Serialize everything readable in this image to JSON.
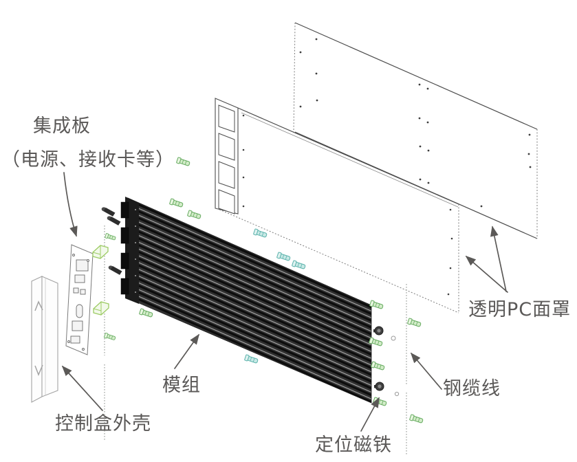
{
  "figure": {
    "type": "exploded-assembly-diagram",
    "background": "#ffffff",
    "description_labels_count": 6
  },
  "labels": {
    "integrated_board": "集成板",
    "integrated_board_detail": "（电源、接收卡等）",
    "control_box_shell": "控制盒外壳",
    "module": "模组",
    "positioning_magnet": "定位磁铁",
    "steel_cable": "钢缆线",
    "transparent_pc_mask": "透明PC面罩"
  },
  "colors": {
    "label_text": "#5a5857",
    "panel_outline": "#4c4c4c",
    "hidden_edge": "#7d7d7d",
    "module_dark": "#2e2e2e",
    "module_streak": "#adadad",
    "hardware_green_fill": "#d2ecc8",
    "hardware_green_stroke": "#62a85c",
    "hardware_teal_fill": "#c8e9e6",
    "hardware_teal_stroke": "#58b1aa",
    "bracket_stroke": "#9ccb63",
    "gray_part": "#a3a3a3",
    "cable": "#a3a8a3"
  }
}
